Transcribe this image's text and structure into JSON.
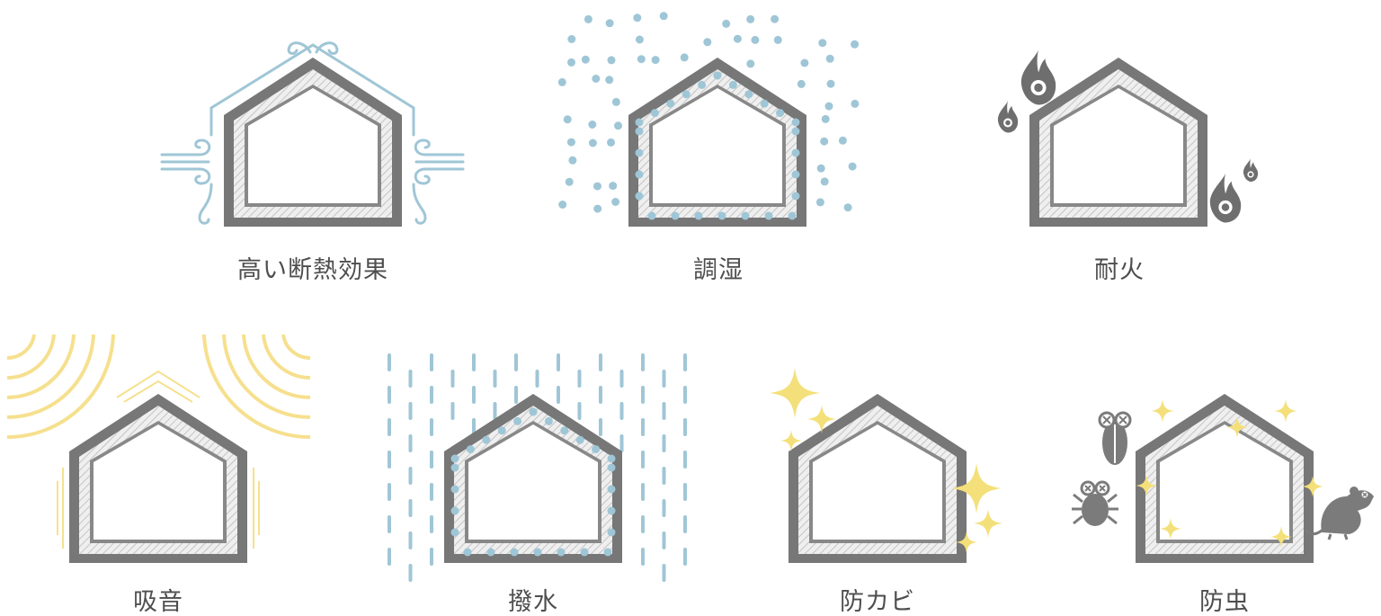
{
  "colors": {
    "wall": "#777777",
    "inner_wall": "#888888",
    "hatch_line": "#c7c7c7",
    "hatch_bg": "#efefef",
    "wind": "#9fc6d6",
    "moisture": "#9fc6d6",
    "fire": "#6e6e6e",
    "sound": "#f6e08e",
    "sparkle": "#f4e07a",
    "pest": "#7b7b7b"
  },
  "panels": [
    {
      "id": "insulation",
      "label": "高い断熱効果",
      "icon": "wind-icon"
    },
    {
      "id": "humidity",
      "label": "調湿",
      "icon": "moisture-dots-icon"
    },
    {
      "id": "fire",
      "label": "耐火",
      "icon": "flame-icon"
    },
    {
      "id": "sound",
      "label": "吸音",
      "icon": "sound-wave-icon"
    },
    {
      "id": "water",
      "label": "撥水",
      "icon": "rain-icon"
    },
    {
      "id": "mold",
      "label": "防カビ",
      "icon": "sparkle-icon"
    },
    {
      "id": "insect",
      "label": "防虫",
      "icon": "dead-bug-icon"
    }
  ]
}
